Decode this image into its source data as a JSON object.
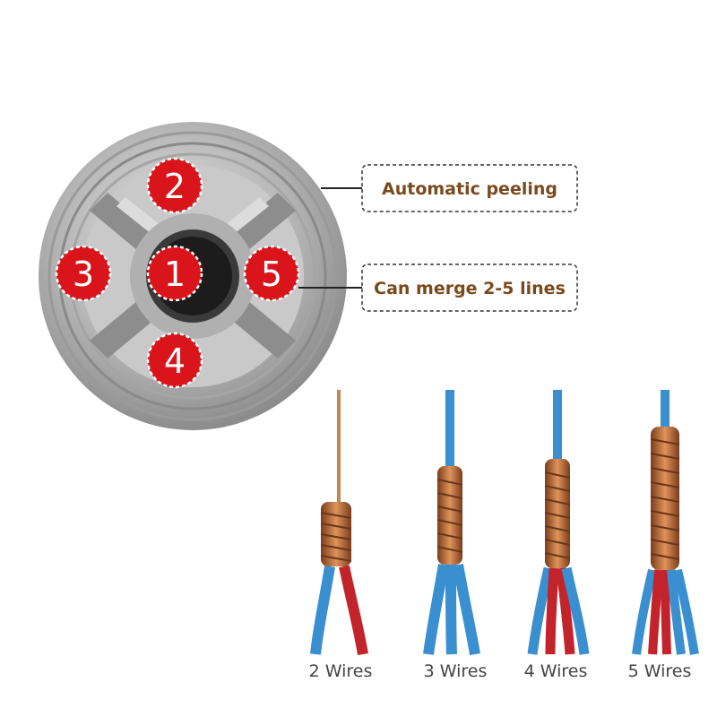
{
  "badges": [
    "2",
    "3",
    "1",
    "5",
    "4"
  ],
  "callouts": {
    "peeling": "Automatic peeling",
    "merge": "Can merge 2-5 lines"
  },
  "wire_labels": [
    "2 Wires",
    "3 Wires",
    "4 Wires",
    "5 Wires"
  ],
  "colors": {
    "badge_red": "#d9141b",
    "callout_text": "#7a4a1c",
    "wire_blue": "#3a8fd0",
    "wire_red": "#c3242b",
    "copper": "#b8693a"
  }
}
